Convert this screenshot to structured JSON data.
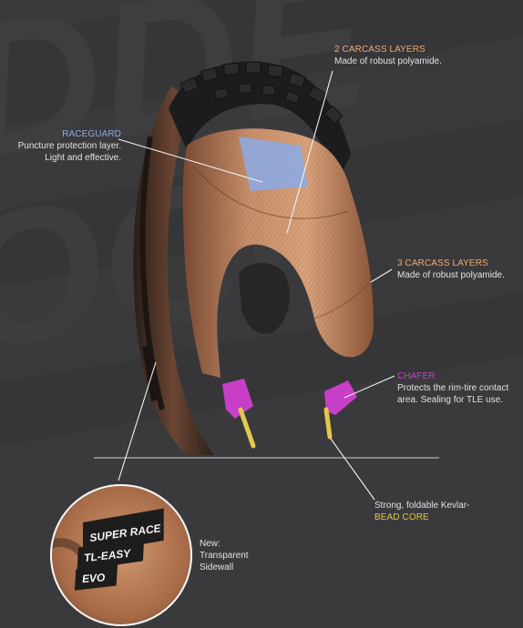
{
  "colors": {
    "background": "#3a3a3c",
    "raceguard": "#8ea9e0",
    "carcass": "#f0a870",
    "chafer": "#c73fc7",
    "bead_core": "#e3c84a",
    "text": "#e2e2e2"
  },
  "callouts": {
    "carcass2": {
      "title": "2 CARCASS LAYERS",
      "desc": "Made of robust polyamide."
    },
    "raceguard": {
      "title": "RACEGUARD",
      "desc": "Puncture protection layer.\nLight and effective."
    },
    "carcass3": {
      "title": "3 CARCASS LAYERS",
      "desc": "Made of robust polyamide."
    },
    "chafer": {
      "title": "CHAFER",
      "desc": "Protects the rim-tire contact\narea. Sealing for TLE use."
    },
    "bead": {
      "desc": "Strong, foldable Kevlar-",
      "title": "BEAD CORE"
    },
    "sidewall": {
      "desc": "New:\nTransparent\nSidewall"
    }
  },
  "sidewall_labels": [
    "SUPER RACE",
    "TL-EASY",
    "EVO"
  ]
}
